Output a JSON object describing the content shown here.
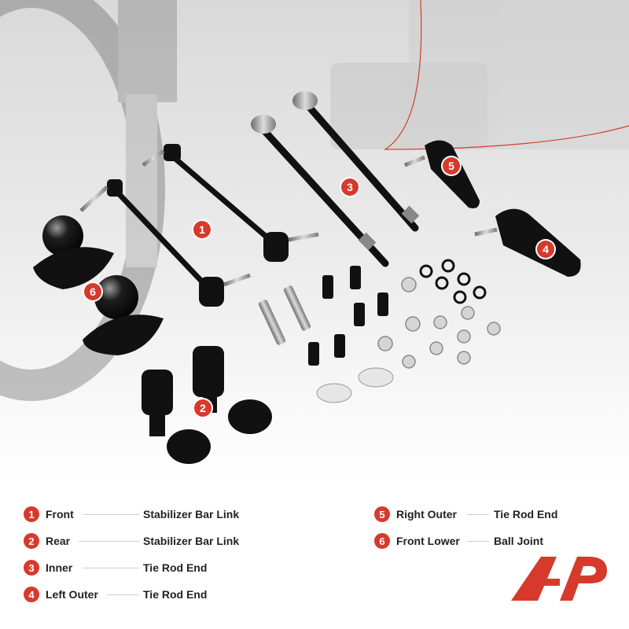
{
  "badges": [
    "1",
    "2",
    "3",
    "4",
    "5",
    "6"
  ],
  "legend": [
    {
      "num": "1",
      "position": "Front",
      "part": "Stabilizer Bar Link"
    },
    {
      "num": "2",
      "position": "Rear",
      "part": "Stabilizer Bar Link"
    },
    {
      "num": "3",
      "position": "Inner",
      "part": "Tie Rod End"
    },
    {
      "num": "4",
      "position": "Left Outer",
      "part": "Tie Rod End"
    },
    {
      "num": "5",
      "position": "Right Outer",
      "part": "Tie Rod End"
    },
    {
      "num": "6",
      "position": "Front Lower",
      "part": "Ball Joint"
    }
  ],
  "colors": {
    "accent": "#d63a2c",
    "text": "#222222",
    "divider": "#cfcfcf"
  },
  "icons": [
    "a-premium-logo"
  ]
}
